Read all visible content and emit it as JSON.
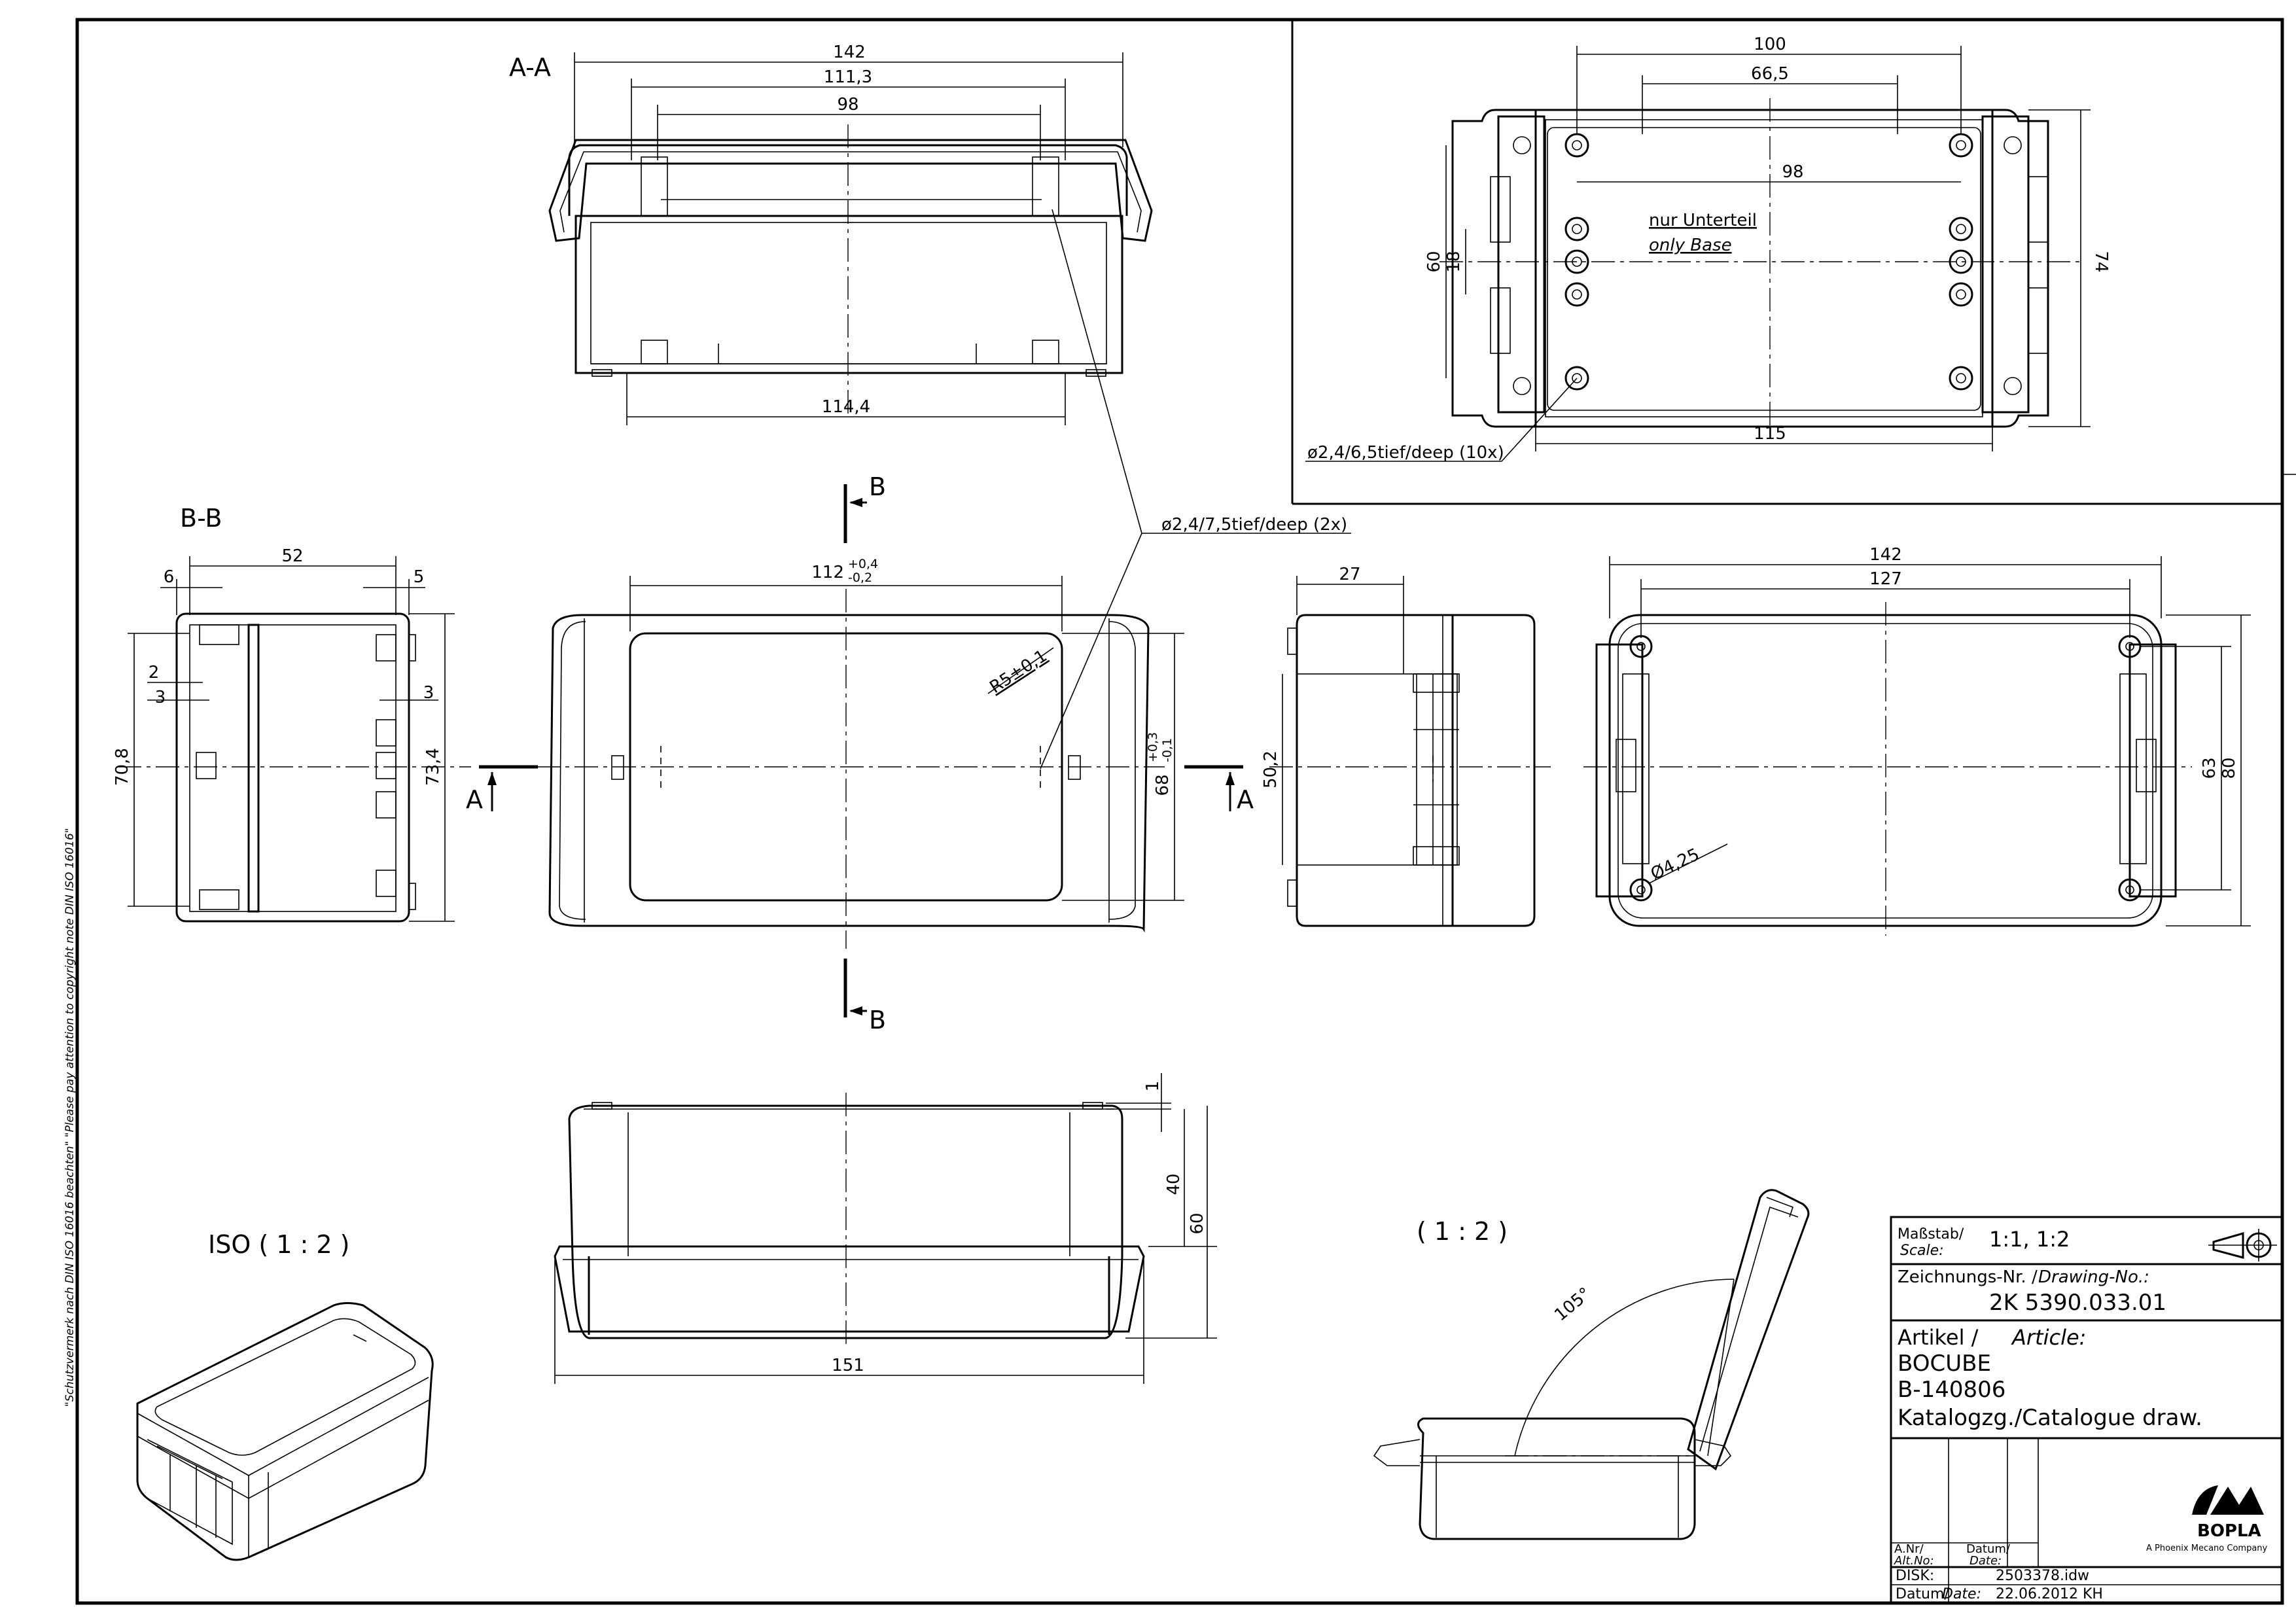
{
  "sections": {
    "aa": "A-A",
    "bb": "B-B",
    "iso": "ISO ( 1 : 2 )",
    "open": "( 1 : 2 )",
    "cut_a": "A",
    "cut_b": "B"
  },
  "dims": {
    "d142_top": "142",
    "d111_3": "111,3",
    "d98_top": "98",
    "d114_4": "114,4",
    "d100": "100",
    "d66_5": "66,5",
    "d98_base": "98",
    "d115": "115",
    "d60_base": "60",
    "d18": "18",
    "d74": "74",
    "d52": "52",
    "d6": "6",
    "d5": "5",
    "d2": "2",
    "d3a": "3",
    "d3b": "3",
    "d70_8": "70,8",
    "d73_4": "73,4",
    "d112": "112",
    "d112_tol_up": "+0,4",
    "d112_tol_lo": "-0,2",
    "r5": "R5±0,1",
    "d68": "68",
    "d68_tol_up": "+0,3",
    "d68_tol_lo": "-0,1",
    "d27": "27",
    "d50_2": "50,2",
    "d142_mid": "142",
    "d127": "127",
    "d63": "63",
    "d80": "80",
    "d4_25": "Ø4,25",
    "d1": "1",
    "d40": "40",
    "d60_front": "60",
    "d151": "151",
    "angle105": "105°"
  },
  "notes": {
    "nur_unterteil": "nur Unterteil",
    "only_base": "only Base",
    "holes_10x": "ø2,4/6,5tief/deep (10x)",
    "holes_2x": "ø2,4/7,5tief/deep (2x)",
    "copyright": "\"Schutzvermerk nach DIN ISO 16016 beachten\"   \"Please pay attention to copyright note DIN ISO 16016\""
  },
  "title_block": {
    "scale_label_de": "Maßstab/",
    "scale_label_en": "Scale:",
    "scale_value": "1:1,  1:2",
    "drawing_label_de": "Zeichnungs-Nr. /",
    "drawing_label_en": "Drawing-No.:",
    "drawing_no": "2K 5390.033.01",
    "article_label_de": "Artikel /",
    "article_label_en": "Article:",
    "article_1": "BOCUBE",
    "article_2": "B-140806",
    "article_3": "Katalogzg./Catalogue draw.",
    "anr_de": "A.Nr/",
    "anr_en": "Alt.No:",
    "datum_de": "Datum/",
    "datum_en": "Date:",
    "disk_label": "DISK:",
    "disk_value": "2503378.idw",
    "datum2_label_de": "Datum/",
    "datum2_label_en": "Date:",
    "datum2_value": "22.06.2012  KH",
    "brand": "BOPLA",
    "brand_sub": "A Phoenix Mecano Company"
  }
}
